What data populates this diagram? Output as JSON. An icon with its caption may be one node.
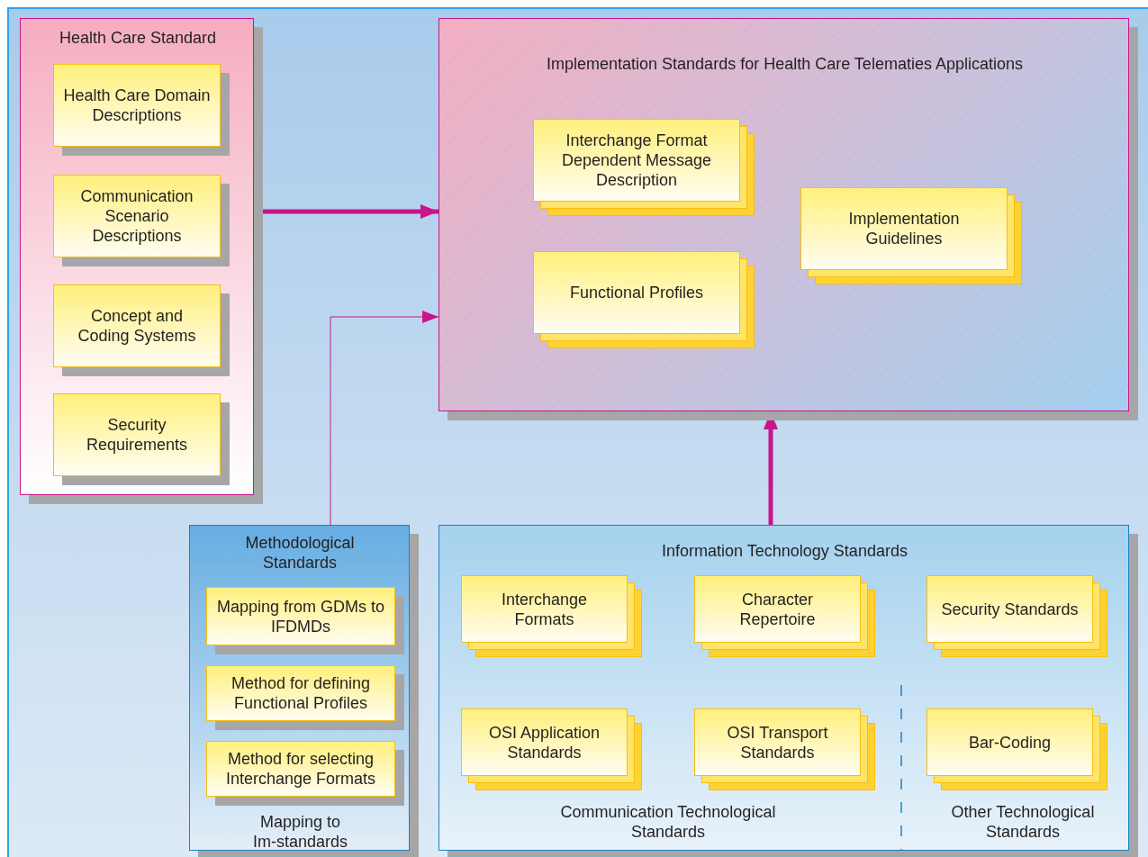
{
  "diagram": {
    "nodes": [
      {
        "text": [
          "Health Care Standard"
        ]
      },
      {
        "text": [
          "Health Care Domain Descriptions"
        ],
        "in": 0
      },
      {
        "text": [
          "Communication Scenario Descriptions"
        ],
        "in": 0
      },
      {
        "text": [
          "Concept and Coding Systems"
        ],
        "in": 0
      },
      {
        "text": [
          "Security Requirements"
        ],
        "in": 0
      },
      {
        "text": [
          "Implementation Standards for Health Care Telematies Applications"
        ]
      },
      {
        "text": [
          "Interchange Format Dependent Message Description"
        ],
        "in": 5
      },
      {
        "text": [
          "Functional Profiles"
        ],
        "in": 5
      },
      {
        "text": [
          "Implementation Guidelines"
        ],
        "in": 5
      },
      {
        "text": [
          "Methodological Standards",
          "Mapping to Im-standards"
        ]
      },
      {
        "text": [
          "Mapping from GDMs to IFDMDs"
        ],
        "in": 9
      },
      {
        "text": [
          "Method for defining Functional Profiles"
        ],
        "in": 9
      },
      {
        "text": [
          "Method for selecting Interchange Formats"
        ],
        "in": 9
      },
      {
        "text": [
          "Information Technology Standards",
          "Communication Technological Standards",
          "Other Technological Standards"
        ]
      },
      {
        "text": [
          "Interchange Formats"
        ],
        "in": 13
      },
      {
        "text": [
          "Character Repertoire"
        ],
        "in": 13
      },
      {
        "text": [
          "Security Standards"
        ],
        "in": 13
      },
      {
        "text": [
          "OSI Application Standards"
        ],
        "in": 13
      },
      {
        "text": [
          "OSI Transport Standards"
        ],
        "in": 13
      },
      {
        "text": [
          "Bar-Coding"
        ],
        "in": 13
      }
    ],
    "edges": [
      {
        "from": 0,
        "to": 5,
        "arrow": "to"
      },
      {
        "from": 9,
        "to": 5,
        "arrow": "to"
      },
      {
        "from": 13,
        "to": 5,
        "arrow": "to"
      }
    ]
  }
}
